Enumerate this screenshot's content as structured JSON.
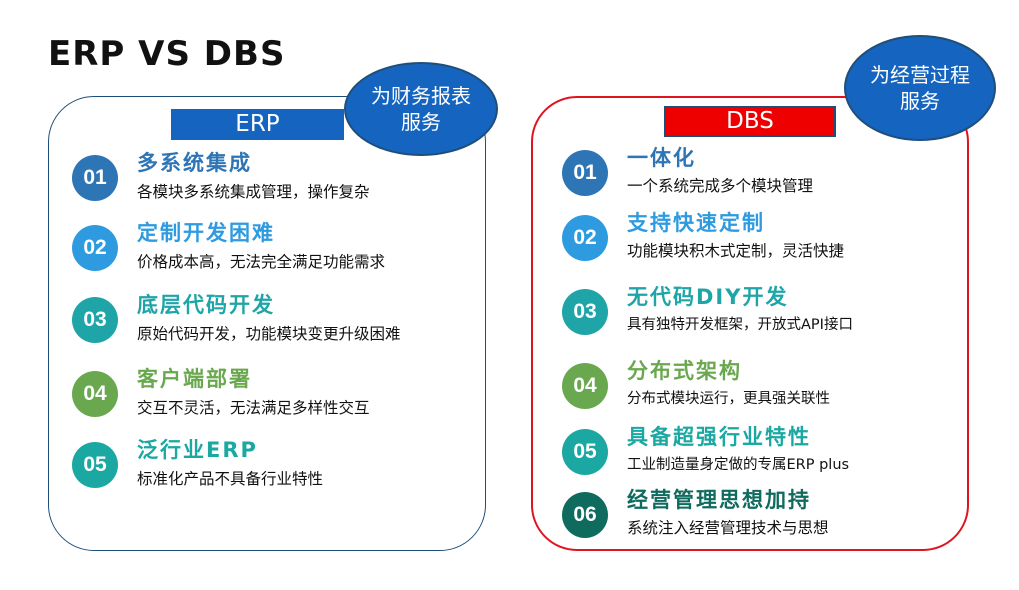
{
  "title": "ERP  VS  DBS",
  "erp": {
    "tag": "ERP",
    "bubble": "为财务报表服务",
    "items": [
      {
        "num": "01",
        "title": "多系统集成",
        "desc": "各模块多系统集成管理，操作复杂",
        "color": "#2e75b6"
      },
      {
        "num": "02",
        "title": "定制开发困难",
        "desc": "价格成本高，无法完全满足功能需求",
        "color": "#2e9be0"
      },
      {
        "num": "03",
        "title": "底层代码开发",
        "desc": "原始代码开发，功能模块变更升级困难",
        "color": "#1fa5a8"
      },
      {
        "num": "04",
        "title": "客户端部署",
        "desc": "交互不灵活，无法满足多样性交互",
        "color": "#6aa84f"
      },
      {
        "num": "05",
        "title": "泛行业ERP",
        "desc": "标准化产品不具备行业特性",
        "color": "#1ba8a3"
      }
    ]
  },
  "dbs": {
    "tag": "DBS",
    "bubble": "为经营过程服务",
    "items": [
      {
        "num": "01",
        "title": "一体化",
        "desc": "一个系统完成多个模块管理",
        "color": "#2e75b6"
      },
      {
        "num": "02",
        "title": "支持快速定制",
        "desc": "功能模块积木式定制，灵活快捷",
        "color": "#2e9be0"
      },
      {
        "num": "03",
        "title": "无代码DIY开发",
        "desc": "具有独特开发框架，开放式API接口",
        "color": "#1fa5a8"
      },
      {
        "num": "04",
        "title": "分布式架构",
        "desc": "分布式模块运行，更具强关联性",
        "color": "#6aa84f"
      },
      {
        "num": "05",
        "title": "具备超强行业特性",
        "desc": "工业制造量身定做的专属ERP plus",
        "color": "#1ba8a3"
      },
      {
        "num": "06",
        "title": "经营管理思想加持",
        "desc": "系统注入经营管理技术与思想",
        "color": "#0f6b5e"
      }
    ]
  }
}
